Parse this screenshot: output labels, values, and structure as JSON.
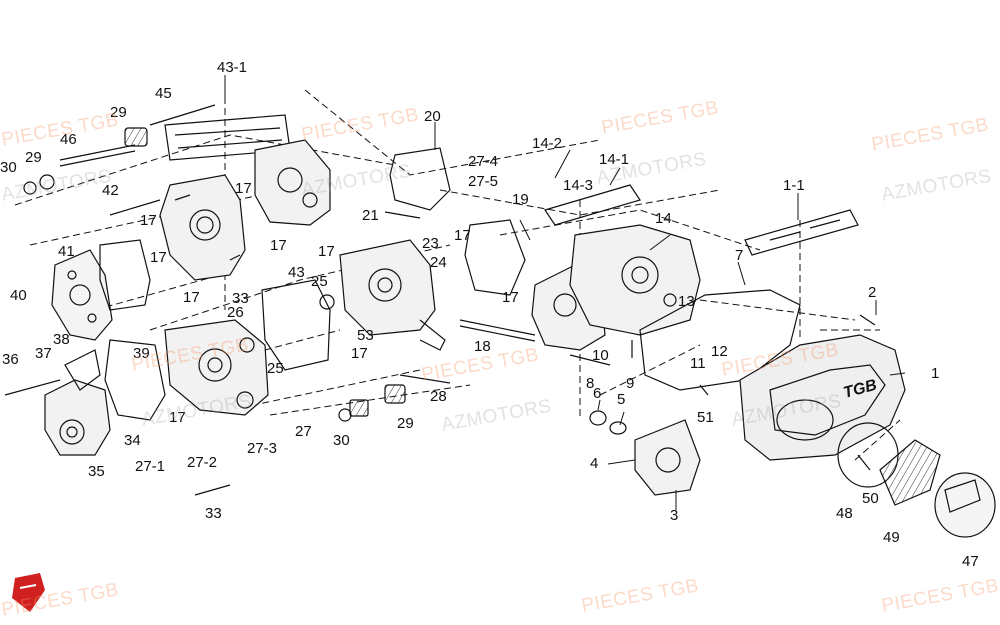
{
  "watermarks": {
    "pieces_tgb": "PIECES TGB",
    "azmotors": "AZMOTORS"
  },
  "logo": {
    "name": "azmotors-logo",
    "color": "#d02020"
  },
  "callouts": [
    "1",
    "1-1",
    "2",
    "3",
    "4",
    "5",
    "6",
    "7",
    "8",
    "9",
    "10",
    "11",
    "12",
    "13",
    "14",
    "14-1",
    "14-2",
    "14-3",
    "17",
    "18",
    "19",
    "20",
    "21",
    "23",
    "24",
    "25",
    "26",
    "27",
    "27-1",
    "27-2",
    "27-3",
    "27-4",
    "27-5",
    "28",
    "29",
    "30",
    "33",
    "34",
    "35",
    "36",
    "37",
    "38",
    "39",
    "40",
    "41",
    "42",
    "43",
    "43-1",
    "45",
    "46",
    "47",
    "48",
    "49",
    "50",
    "51",
    "53"
  ],
  "cover_brand": "TGB",
  "colors": {
    "line": "#111111",
    "watermark": "#f59664"
  }
}
